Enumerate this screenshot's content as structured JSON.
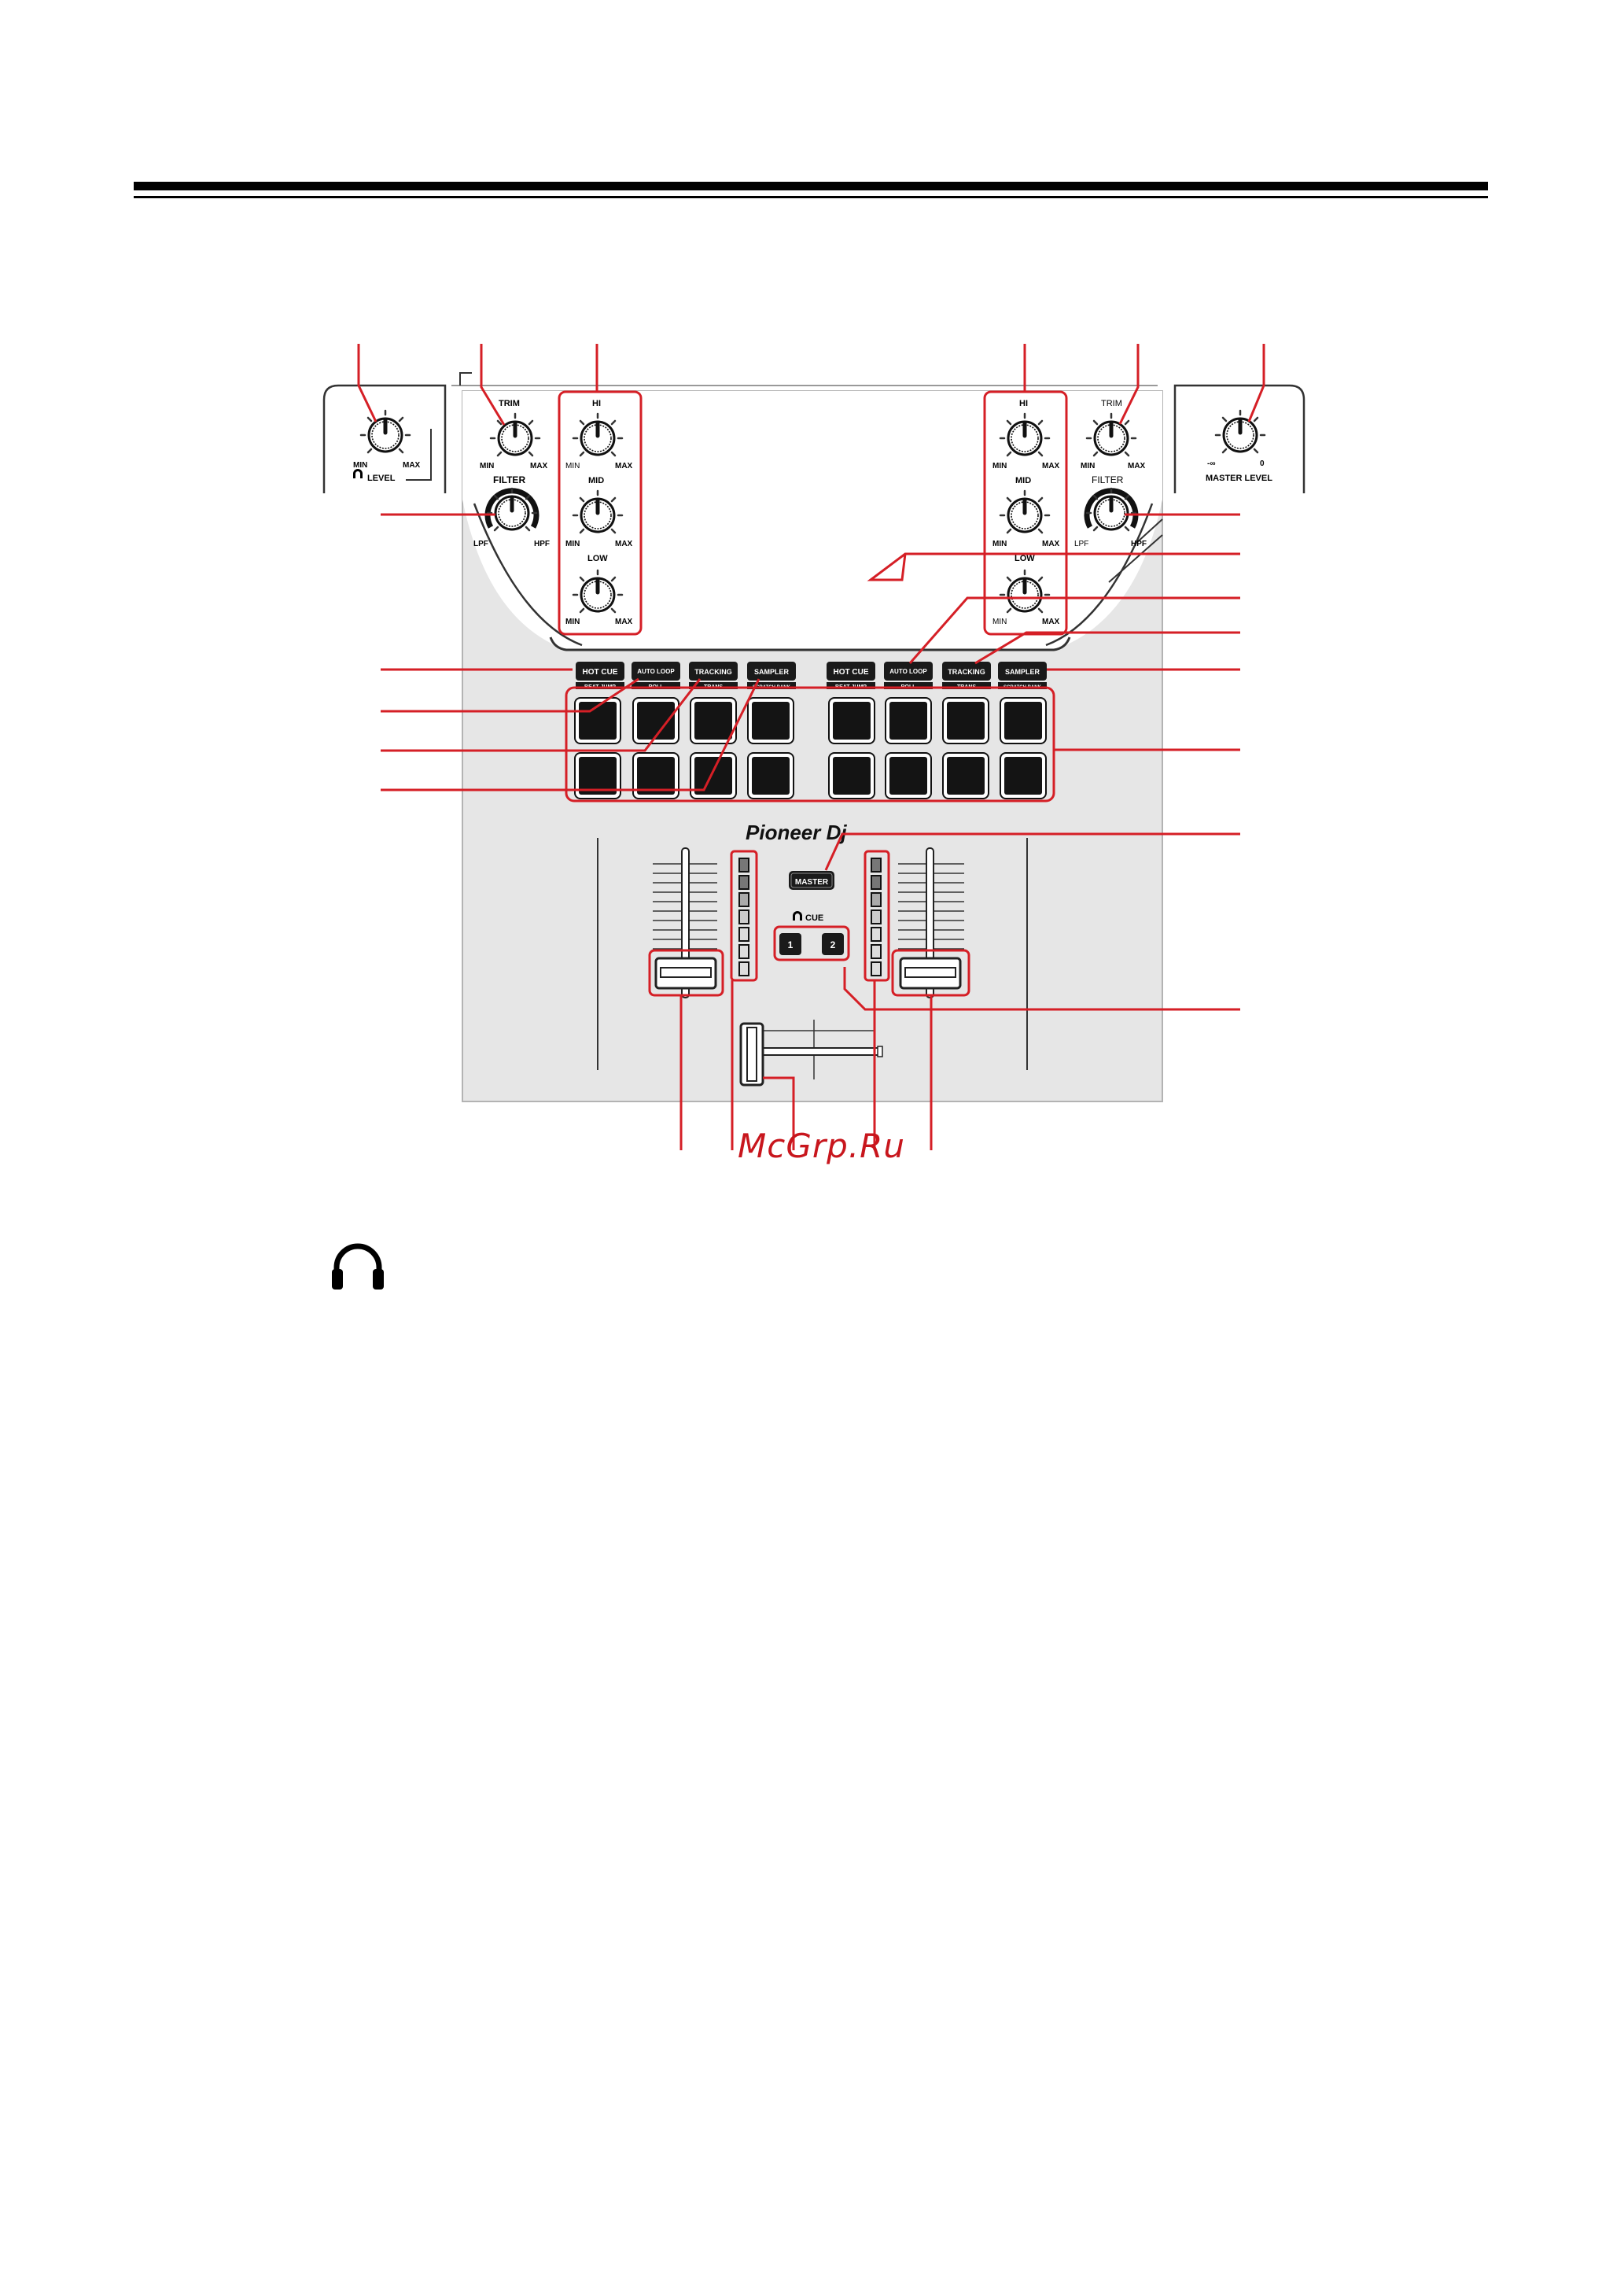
{
  "knobs": {
    "trim": "TRIM",
    "hi": "HI",
    "mid": "MID",
    "low": "LOW",
    "filter": "FILTER",
    "min": "MIN",
    "max": "MAX",
    "lpf": "LPF",
    "hpf": "HPF",
    "headphones_level": "LEVEL",
    "master_level": "MASTER LEVEL",
    "master_min": "-∞",
    "master_max": "0"
  },
  "buttons": {
    "hot_cue": "HOT CUE",
    "beat_jump": "BEAT JUMP",
    "auto_loop": "AUTO LOOP",
    "roll": "ROLL",
    "tracking": "TRACKING",
    "trans": "TRANS",
    "sampler": "SAMPLER",
    "scratch_bank": "SCRATCH BANK",
    "master": "MASTER",
    "cue": "CUE",
    "cue_1": "1",
    "cue_2": "2"
  },
  "logo": "Pioneer Dj",
  "watermark": "McGrp.Ru",
  "icons": [
    "headphones-icon"
  ],
  "colors": {
    "callout": "#d51f26",
    "panel": "#e6e6e6",
    "pad": "#141414"
  }
}
